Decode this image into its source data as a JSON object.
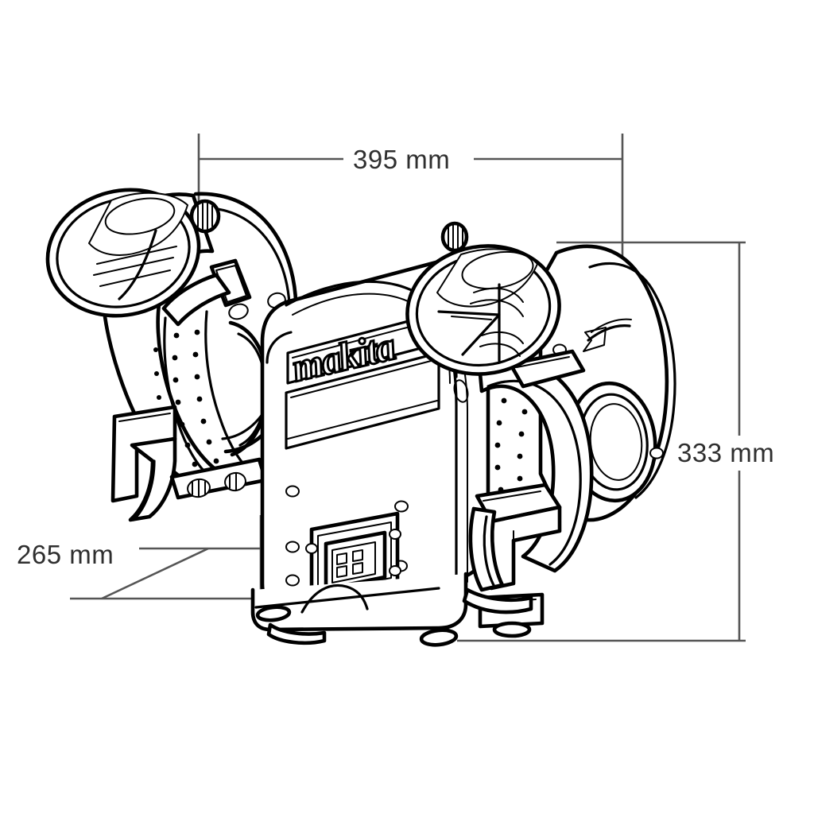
{
  "drawing": {
    "type": "technical-dimension-drawing",
    "subject": "bench grinder",
    "brand_logo_text": "makita",
    "background_color": "#ffffff",
    "line_color": "#000000",
    "dimension_line_color": "#555555",
    "label_color": "#2f2f2f"
  },
  "dimensions": {
    "width": {
      "label": "395 mm",
      "value": 395,
      "unit": "mm",
      "axis": "horizontal",
      "position": "top"
    },
    "height": {
      "label": "333 mm",
      "value": 333,
      "unit": "mm",
      "axis": "vertical",
      "position": "right"
    },
    "depth": {
      "label": "265 mm",
      "value": 265,
      "unit": "mm",
      "axis": "diagonal-depth",
      "position": "left"
    }
  },
  "parts": {
    "motor_housing": "motor-housing",
    "left_wheel_guard": "left-wheel-guard",
    "right_wheel_guard": "right-wheel-guard",
    "left_eye_shield": "left-eye-shield",
    "right_eye_shield": "right-eye-shield",
    "left_tool_rest": "left-tool-rest",
    "right_tool_rest": "right-tool-rest",
    "switch_panel": "switch-panel",
    "base": "base-plate",
    "feet": "rubber-feet",
    "wheel_hub": "grinding-wheel-hub"
  },
  "icons": {
    "arrow": "rotation-arrow-icon"
  }
}
